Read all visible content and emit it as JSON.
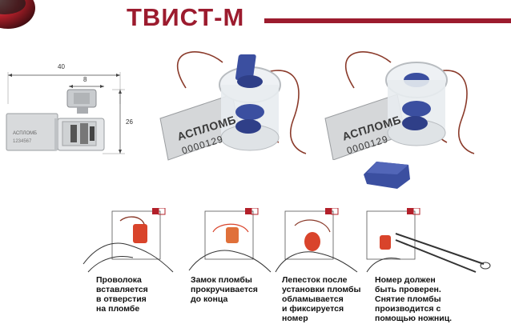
{
  "header": {
    "title": "ТВИСТ-М",
    "accent_color": "#9c1b2e"
  },
  "drawing": {
    "dim_width_total": "40",
    "dim_width_head": "8",
    "dim_height": "26",
    "seal_body_label": "АСПЛОМБ",
    "seal_body_number": "1234567"
  },
  "seals": [
    {
      "label": "АСПЛОМБ",
      "number": "0000129",
      "cap_color": "#3b4fa0"
    },
    {
      "label": "АСПЛОМБ",
      "number": "0000129",
      "cap_color": "#3b4fa0"
    }
  ],
  "steps": [
    {
      "icon": "hand-insert-wire-icon",
      "caption": [
        "Проволока",
        "вставляется",
        "в отверстия",
        "на пломбе"
      ]
    },
    {
      "icon": "hand-twist-lock-icon",
      "caption": [
        "Замок пломбы",
        "прокручивается",
        "до конца"
      ]
    },
    {
      "icon": "hand-break-tab-icon",
      "caption": [
        "Лепесток после",
        "установки пломбы",
        "обламывается",
        "и фиксируется",
        "номер"
      ]
    },
    {
      "icon": "scissors-cut-icon",
      "caption": [
        "Номер должен",
        "быть проверен.",
        "Снятие пломбы",
        "производится с",
        "помощью ножниц."
      ]
    }
  ]
}
